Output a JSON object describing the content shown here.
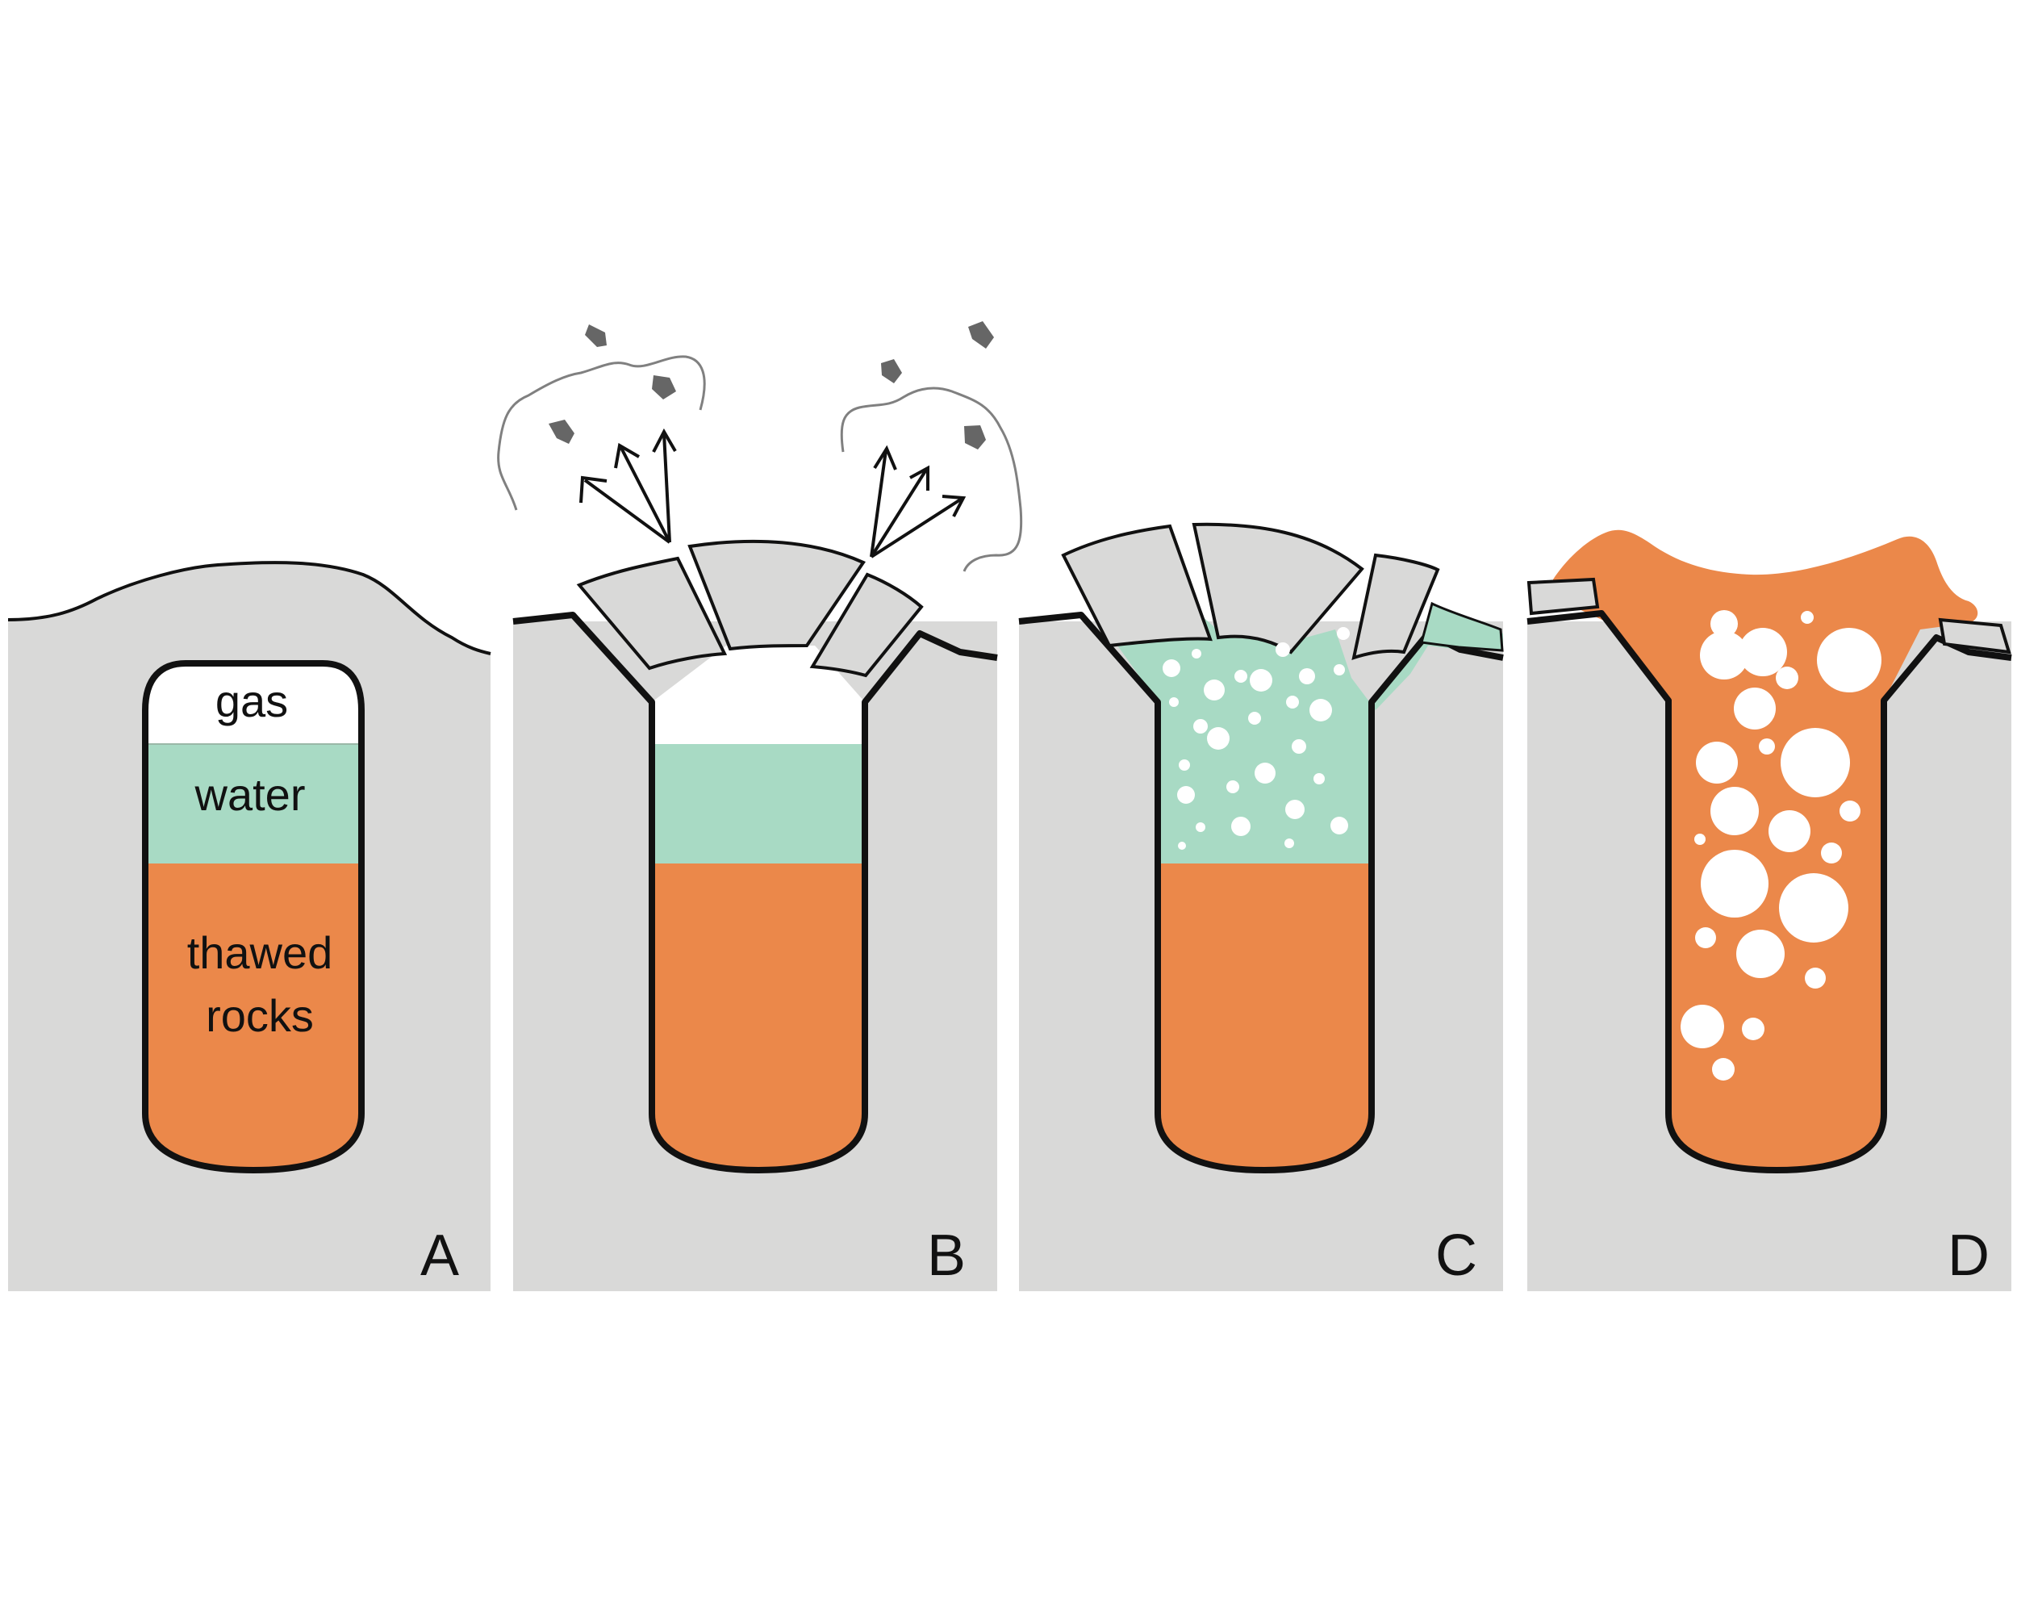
{
  "colors": {
    "ground": "#d9d9d8",
    "water": "#a8dac4",
    "rocks": "#eb884a",
    "gas": "#ffffff",
    "outline": "#111111",
    "debris": "#666666",
    "smoke": "#808080"
  },
  "panels": [
    {
      "id": "A",
      "letter": "A",
      "layers": {
        "gas": "gas",
        "water": "water",
        "rocks_line1": "thawed",
        "rocks_line2": "rocks"
      }
    },
    {
      "id": "B",
      "letter": "B"
    },
    {
      "id": "C",
      "letter": "C"
    },
    {
      "id": "D",
      "letter": "D"
    }
  ]
}
